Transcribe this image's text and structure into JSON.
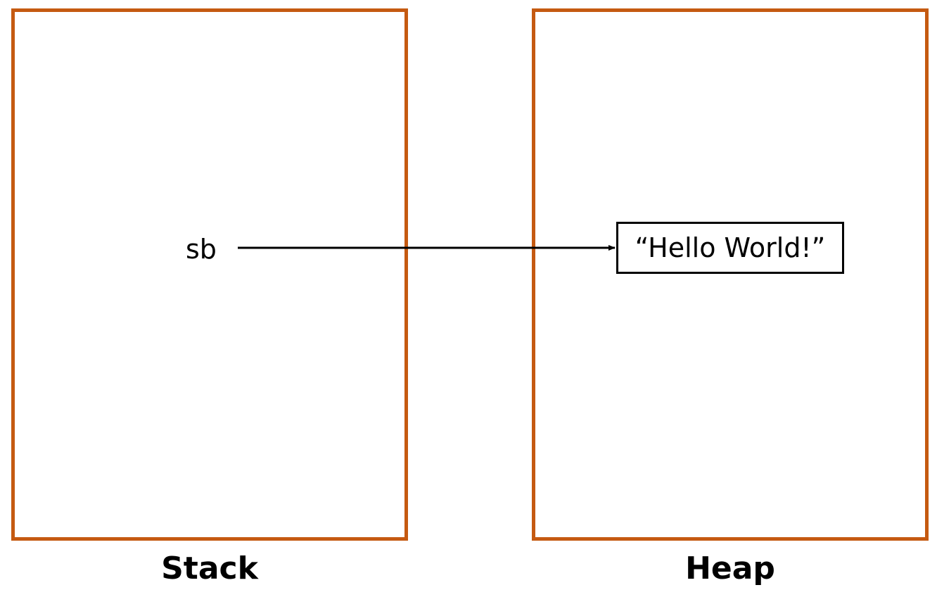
{
  "stack": {
    "label": "Stack",
    "variable": "sb"
  },
  "heap": {
    "label": "Heap",
    "object_value": "“Hello World!”"
  },
  "colors": {
    "region_border": "#c55a11",
    "text": "#000000",
    "arrow": "#000000"
  }
}
